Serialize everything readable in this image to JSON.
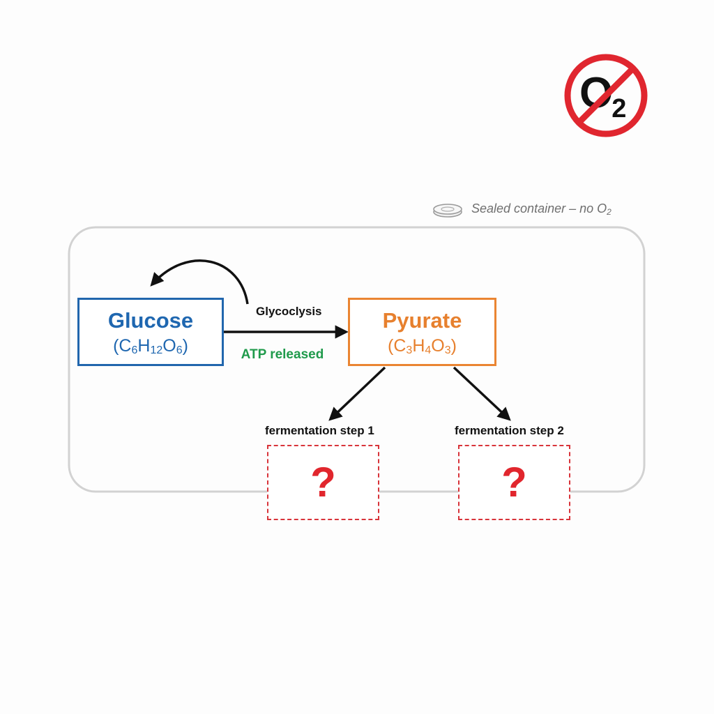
{
  "diagram": {
    "container_label_prefix": "Sealed container – no O",
    "container_label_sub": "2",
    "glucose": {
      "name": "Glucose",
      "formula": {
        "open": "(C",
        "c": "6",
        "h_letter": "H",
        "h": "12",
        "o_letter": "O",
        "o": "6",
        "close": ")"
      }
    },
    "pyruvate": {
      "name": "Pyurate",
      "formula": {
        "open": "(C",
        "c": "3",
        "h_letter": "H",
        "h": "4",
        "o_letter": "O",
        "o": "3",
        "close": ")"
      }
    },
    "process_label": "Glycoclysis",
    "atp_label": "ATP released",
    "step1_label": "fermentation step 1",
    "step2_label": "fermentation step 2",
    "unknown_mark": "?",
    "no_oxygen_symbol": {
      "letter": "O",
      "sub": "2"
    }
  },
  "colors": {
    "glucose": "#2166ad",
    "pyruvate": "#ea8532",
    "atp": "#1f9a4b",
    "unknown": "#d8343a",
    "prohibition": "#e0262f",
    "container_outline": "#d2d2d2"
  },
  "icons": [
    "no-oxygen-prohibition-icon",
    "petri-dish-icon"
  ]
}
